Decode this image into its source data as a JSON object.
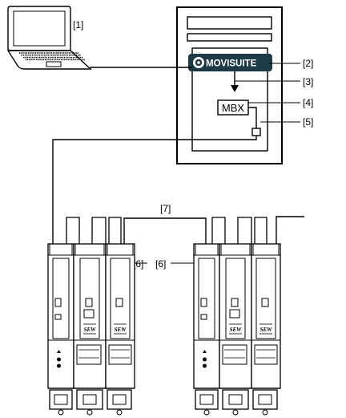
{
  "callouts": {
    "c1": "[1]",
    "c2": "[2]",
    "c3": "[3]",
    "c4": "[4]",
    "c5": "[5]",
    "c6a": "[6]",
    "c6b": "[6]",
    "c7": "[7]"
  },
  "logo_text": "MOVISUITE",
  "mbx_text": "MBX",
  "device_brand": "SEW",
  "icons": {
    "laptop": "laptop-icon",
    "pc": "pc-tower-icon",
    "logo": "movisuite-logo-icon",
    "interface": "interface-port-icon",
    "inverter_group": "inverter-group-icon"
  },
  "colors": {
    "line": "#000000",
    "logo_bg": "#1e3a46",
    "logo_text": "#ffffff"
  }
}
